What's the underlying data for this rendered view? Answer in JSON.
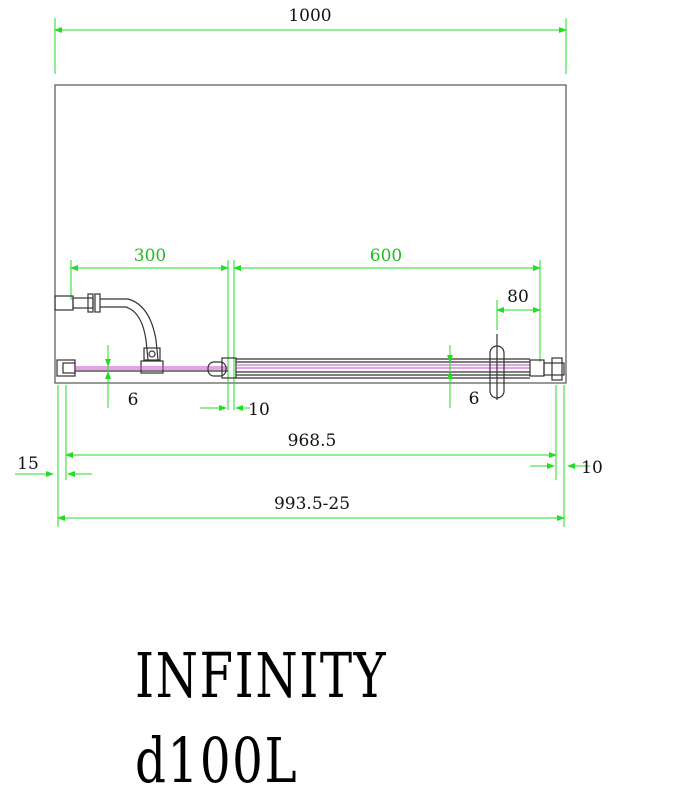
{
  "dimensions": {
    "overall_width": "1000",
    "fixed_panel": "300",
    "sliding_panel": "600",
    "handle_offset": "80",
    "glass_left": "6",
    "gap_left": "10",
    "glass_right": "6",
    "inner_width": "968.5",
    "side_left": "15",
    "side_right": "10",
    "adjust_range": "993.5-25"
  },
  "model": {
    "name": "INFINITY",
    "code": "d100L"
  },
  "colors": {
    "dimension_line": "#22dd22",
    "outline": "#555555",
    "glass": "#cc44cc"
  }
}
